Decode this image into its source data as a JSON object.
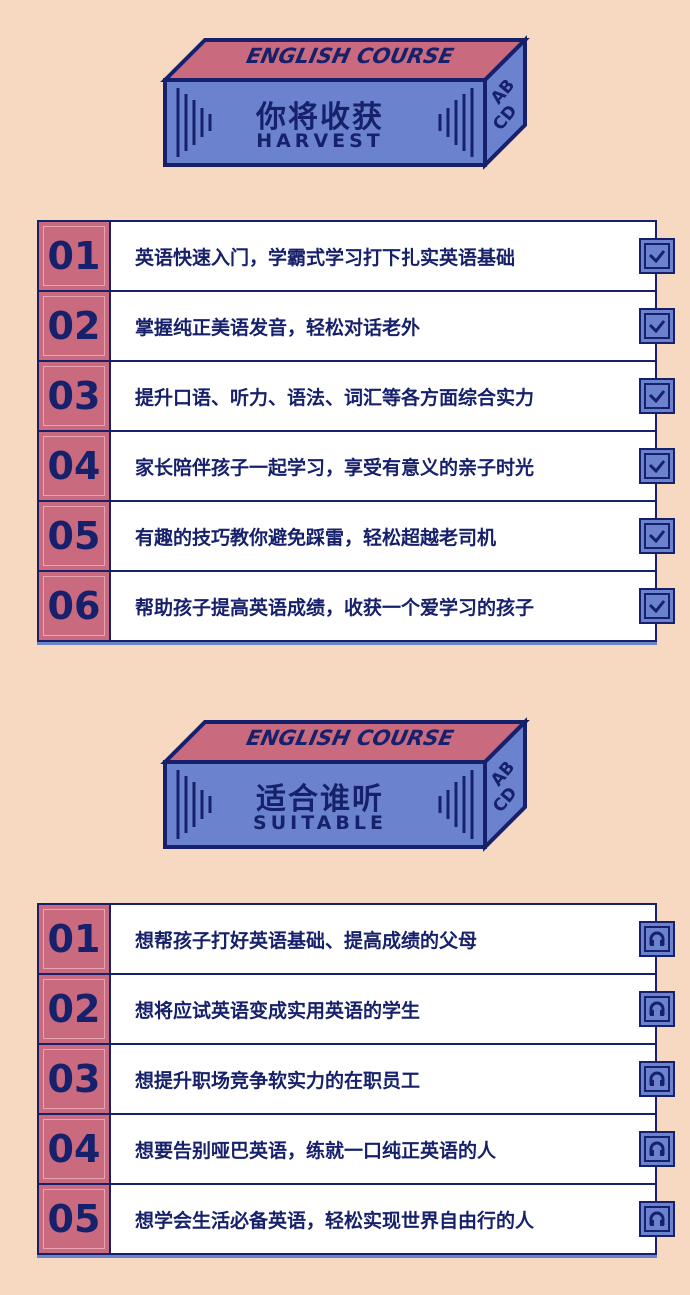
{
  "sections": [
    {
      "top_text": "ENGLISH COURSE",
      "title_zh": "你将收获",
      "title_en": "HARVEST",
      "side_letters_1": "AB",
      "side_letters_2": "CD",
      "row_icon": "checkbox-icon",
      "items": [
        {
          "num": "01",
          "text": "英语快速入门，学霸式学习打下扎实英语基础"
        },
        {
          "num": "02",
          "text": "掌握纯正美语发音，轻松对话老外"
        },
        {
          "num": "03",
          "text": "提升口语、听力、语法、词汇等各方面综合实力"
        },
        {
          "num": "04",
          "text": "家长陪伴孩子一起学习，享受有意义的亲子时光"
        },
        {
          "num": "05",
          "text": "有趣的技巧教你避免踩雷，轻松超越老司机"
        },
        {
          "num": "06",
          "text": "帮助孩子提高英语成绩，收获一个爱学习的孩子"
        }
      ]
    },
    {
      "top_text": "ENGLISH COURSE",
      "title_zh": "适合谁听",
      "title_en": "SUITABLE",
      "side_letters_1": "AB",
      "side_letters_2": "CD",
      "row_icon": "headphones-icon",
      "items": [
        {
          "num": "01",
          "text": "想帮孩子打好英语基础、提高成绩的父母"
        },
        {
          "num": "02",
          "text": "想将应试英语变成实用英语的学生"
        },
        {
          "num": "03",
          "text": "想提升职场竞争软实力的在职员工"
        },
        {
          "num": "04",
          "text": "想要告别哑巴英语，练就一口纯正英语的人"
        },
        {
          "num": "05",
          "text": "想学会生活必备英语，轻松实现世界自由行的人"
        }
      ]
    }
  ],
  "colors": {
    "background": "#f7d8c1",
    "navy": "#17216b",
    "pink": "#c96a7f",
    "blue": "#6b83cf",
    "white": "#ffffff"
  }
}
